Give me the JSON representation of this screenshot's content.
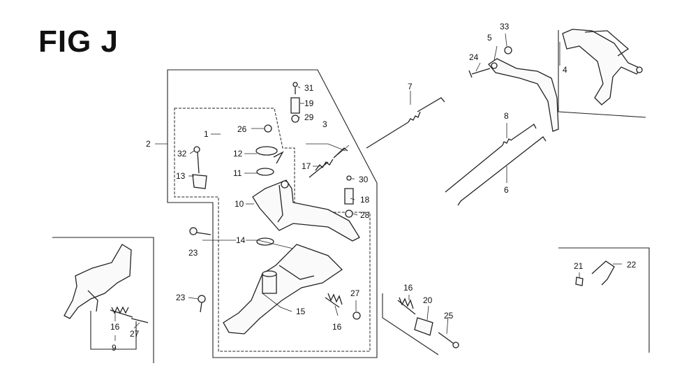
{
  "figure": {
    "title": "FIG J"
  },
  "callouts": [
    {
      "id": "c1",
      "label": "1"
    },
    {
      "id": "c2",
      "label": "2"
    },
    {
      "id": "c3",
      "label": "3"
    },
    {
      "id": "c4",
      "label": "4"
    },
    {
      "id": "c5",
      "label": "5"
    },
    {
      "id": "c6",
      "label": "6"
    },
    {
      "id": "c7",
      "label": "7"
    },
    {
      "id": "c8",
      "label": "8"
    },
    {
      "id": "c9",
      "label": "9"
    },
    {
      "id": "c10",
      "label": "10"
    },
    {
      "id": "c11",
      "label": "11"
    },
    {
      "id": "c12",
      "label": "12"
    },
    {
      "id": "c13",
      "label": "13"
    },
    {
      "id": "c14",
      "label": "14"
    },
    {
      "id": "c15",
      "label": "15"
    },
    {
      "id": "c16a",
      "label": "16"
    },
    {
      "id": "c16b",
      "label": "16"
    },
    {
      "id": "c16c",
      "label": "16"
    },
    {
      "id": "c17",
      "label": "17"
    },
    {
      "id": "c18",
      "label": "18"
    },
    {
      "id": "c19",
      "label": "19"
    },
    {
      "id": "c20",
      "label": "20"
    },
    {
      "id": "c21",
      "label": "21"
    },
    {
      "id": "c22",
      "label": "22"
    },
    {
      "id": "c23a",
      "label": "23"
    },
    {
      "id": "c23b",
      "label": "23"
    },
    {
      "id": "c24",
      "label": "24"
    },
    {
      "id": "c25",
      "label": "25"
    },
    {
      "id": "c26",
      "label": "26"
    },
    {
      "id": "c27a",
      "label": "27"
    },
    {
      "id": "c27b",
      "label": "27"
    },
    {
      "id": "c28",
      "label": "28"
    },
    {
      "id": "c29",
      "label": "29"
    },
    {
      "id": "c30",
      "label": "30"
    },
    {
      "id": "c31",
      "label": "31"
    },
    {
      "id": "c32",
      "label": "32"
    },
    {
      "id": "c33",
      "label": "33"
    }
  ]
}
